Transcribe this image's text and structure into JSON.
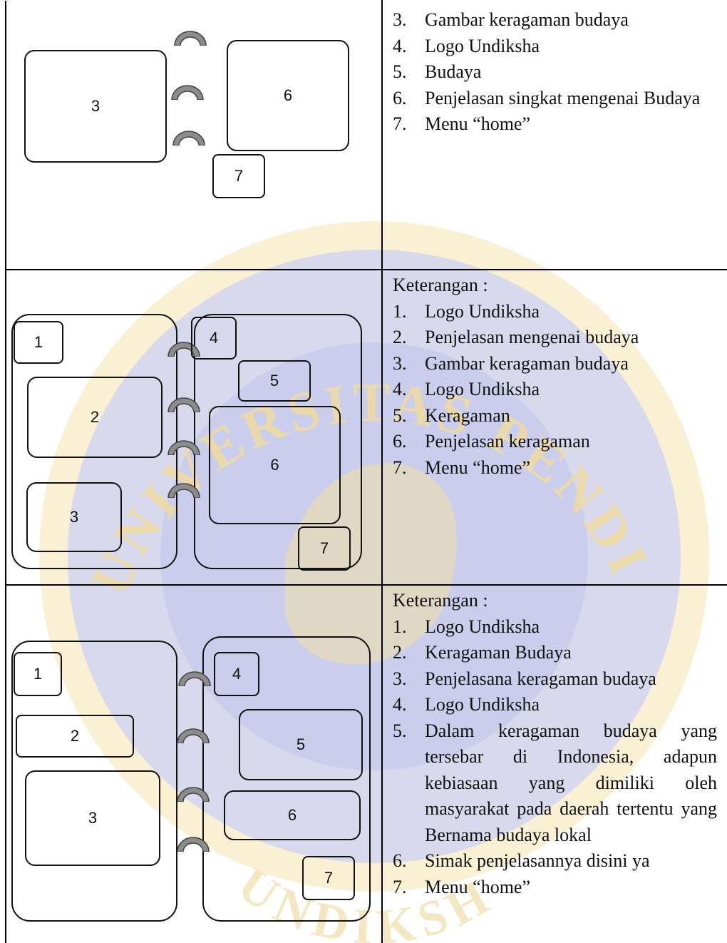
{
  "watermark": {
    "arc_text_top": "UNIVERSITAS PENDIDIKAN GANESHA",
    "arc_text_bottom": "UNDIKSHA",
    "colors": {
      "blue": "#d4d6f0",
      "gold": "#f6e4b0"
    }
  },
  "rows": [
    {
      "mockup": {
        "boxes": [
          {
            "label": "3"
          },
          {
            "label": "6"
          },
          {
            "label": "7"
          }
        ]
      },
      "description": {
        "title": "",
        "items": [
          {
            "num": "3.",
            "text": "Gambar keragaman budaya"
          },
          {
            "num": "4.",
            "text": "Logo Undiksha"
          },
          {
            "num": "5.",
            "text": "Budaya"
          },
          {
            "num": "6.",
            "text": "Penjelasan singkat mengenai Budaya"
          },
          {
            "num": "7.",
            "text": "Menu “home”"
          }
        ]
      }
    },
    {
      "mockup": {
        "boxes": [
          {
            "label": "1"
          },
          {
            "label": "2"
          },
          {
            "label": "3"
          },
          {
            "label": "4"
          },
          {
            "label": "5"
          },
          {
            "label": "6"
          },
          {
            "label": "7"
          }
        ]
      },
      "description": {
        "title": "Keterangan :",
        "items": [
          {
            "num": "1.",
            "text": "Logo Undiksha"
          },
          {
            "num": "2.",
            "text": "Penjelasan mengenai budaya"
          },
          {
            "num": "3.",
            "text": "Gambar keragaman budaya"
          },
          {
            "num": "4.",
            "text": "Logo Undiksha"
          },
          {
            "num": "5.",
            "text": "Keragaman"
          },
          {
            "num": "6.",
            "text": "Penjelasan keragaman"
          },
          {
            "num": "7.",
            "text": "Menu “home”"
          }
        ]
      }
    },
    {
      "mockup": {
        "boxes": [
          {
            "label": "1"
          },
          {
            "label": "2"
          },
          {
            "label": "3"
          },
          {
            "label": "4"
          },
          {
            "label": "5"
          },
          {
            "label": "6"
          },
          {
            "label": "7"
          }
        ]
      },
      "description": {
        "title": "Keterangan :",
        "items": [
          {
            "num": "1.",
            "text": "Logo Undiksha"
          },
          {
            "num": "2.",
            "text": "Keragaman Budaya"
          },
          {
            "num": "3.",
            "text": "Penjelasana keragaman budaya"
          },
          {
            "num": "4.",
            "text": "Logo Undiksha"
          },
          {
            "num": "5.",
            "text": "Dalam keragaman budaya yang tersebar di Indonesia, adapun kebiasaan yang dimiliki oleh masyarakat pada daerah tertentu yang Bernama budaya lokal"
          },
          {
            "num": "6.",
            "text": "Simak penjelasannya disini ya"
          },
          {
            "num": "7.",
            "text": "Menu “home”"
          }
        ]
      }
    }
  ]
}
